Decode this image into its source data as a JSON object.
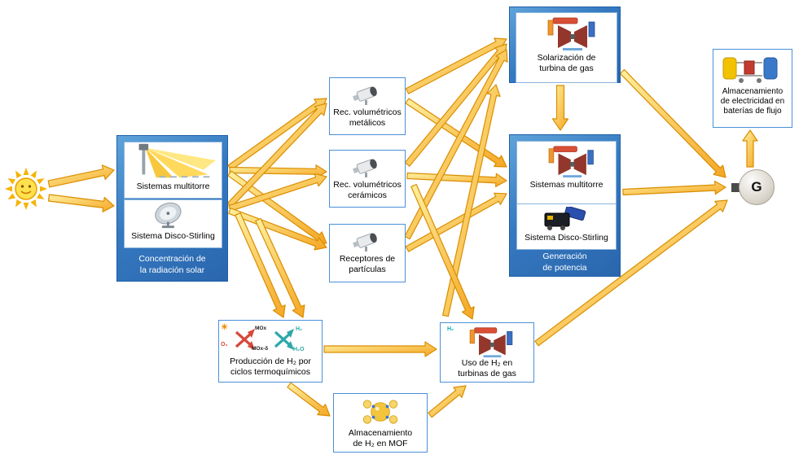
{
  "diagram": {
    "nodes": {
      "concentracion": {
        "sub1": "Sistemas multitorre",
        "sub2": "Sistema Disco-Stirling",
        "label_line1": "Concentración de",
        "label_line2": "la radiación solar"
      },
      "rec_metalicos": {
        "line1": "Rec. volumétricos",
        "line2": "metálicos"
      },
      "rec_ceramicos": {
        "line1": "Rec. volumétricos",
        "line2": "cerámicos"
      },
      "rec_particulas": {
        "line1": "Receptores de",
        "line2": "partículas"
      },
      "solarizacion": {
        "line1": "Solarización de",
        "line2": "turbina de gas"
      },
      "generacion": {
        "sub1": "Sistemas multitorre",
        "sub2": "Sistema Disco-Stirling",
        "label_line1": "Generación",
        "label_line2": "de potencia"
      },
      "baterias_flujo": {
        "line1": "Almacenamiento",
        "line2": "de electricidad en",
        "line3": "baterías de flujo"
      },
      "generador": {
        "label": "G"
      },
      "produccion_h2": {
        "line1": "Producción de H₂ por",
        "line2": "ciclos termoquímicos"
      },
      "uso_h2": {
        "line1": "Uso de H₂ en",
        "line2": "turbinas de gas",
        "gas_label": "H₂"
      },
      "mof": {
        "line1": "Almacenamiento",
        "line2": "de H₂ en MOF"
      }
    },
    "thermo_labels": {
      "sun": "☀",
      "o2": "O₂",
      "mox": "MOx",
      "mox_delta": "MOx-δ",
      "h2": "H₂",
      "h2o": "H₂O"
    },
    "colors": {
      "arrow_light": "#FFF0A0",
      "arrow_dark": "#F5A623",
      "arrow_stroke": "#D98E00",
      "blue_box": "#3579C1",
      "box_border_blue": "#4A90D9"
    },
    "arrows": [
      [
        60,
        226,
        140,
        209,
        8,
        18,
        13
      ],
      [
        60,
        243,
        140,
        253,
        8,
        18,
        13
      ],
      [
        282,
        206,
        401,
        121
      ],
      [
        282,
        209,
        401,
        211
      ],
      [
        282,
        213,
        401,
        299
      ],
      [
        282,
        252,
        401,
        127
      ],
      [
        282,
        256,
        401,
        217
      ],
      [
        282,
        259,
        401,
        304
      ],
      [
        292,
        263,
        348,
        390
      ],
      [
        317,
        270,
        372,
        390
      ],
      [
        500,
        112,
        622,
        48
      ],
      [
        500,
        124,
        622,
        205
      ],
      [
        500,
        202,
        622,
        54
      ],
      [
        500,
        216,
        622,
        222
      ],
      [
        500,
        292,
        622,
        61
      ],
      [
        500,
        306,
        622,
        238
      ],
      [
        547,
        388,
        609,
        104
      ],
      [
        508,
        228,
        580,
        392
      ],
      [
        688,
        105,
        688,
        160,
        9,
        19,
        14
      ],
      [
        764,
        88,
        891,
        218
      ],
      [
        765,
        236,
        891,
        230
      ],
      [
        659,
        422,
        893,
        246
      ],
      [
        921,
        205,
        921,
        160,
        8,
        18,
        13
      ],
      [
        398,
        429,
        536,
        429,
        8,
        18,
        14
      ],
      [
        355,
        473,
        405,
        511
      ],
      [
        528,
        510,
        572,
        474
      ]
    ]
  }
}
